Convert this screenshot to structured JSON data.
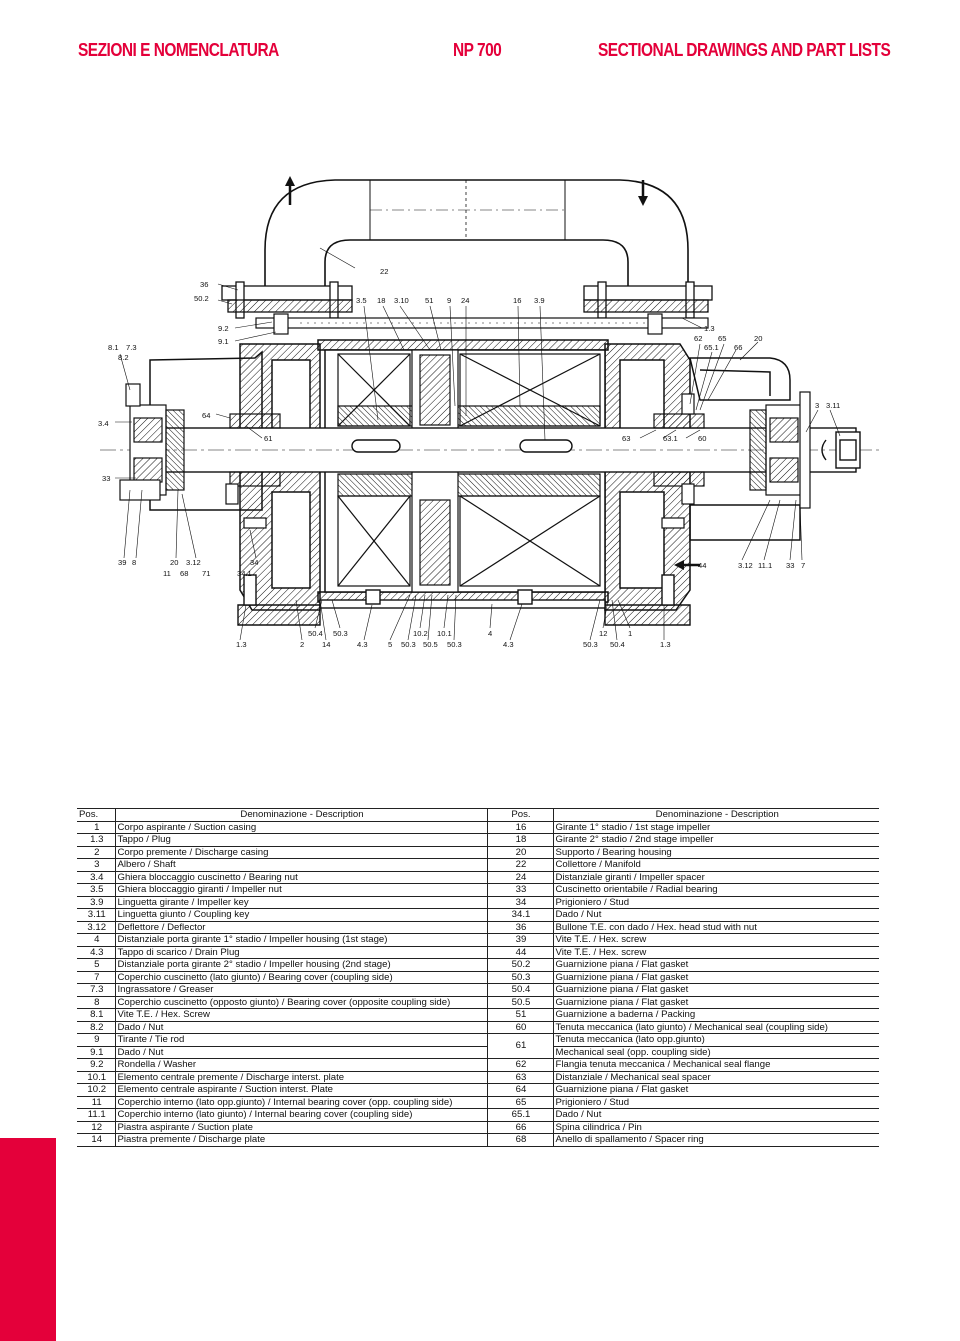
{
  "header": {
    "left": "SEZIONI E NOMENCLATURA",
    "center": "NP 700",
    "right": "SECTIONAL DRAWINGS AND PART LISTS"
  },
  "colors": {
    "accent": "#e4003a",
    "line": "#111111"
  },
  "drawing": {
    "labels": {
      "l22": "22",
      "l36": "36",
      "l502": "50.2",
      "l92": "9.2",
      "l91": "9.1",
      "l81": "8.1",
      "l73": "7.3",
      "l82": "8.2",
      "l34": "3.4",
      "l64": "64",
      "l61": "61",
      "l33": "33",
      "l35": "3.5",
      "l18": "18",
      "l310": "3.10",
      "l51": "51",
      "l9": "9",
      "l24": "24",
      "l16": "16",
      "l39": "3.9",
      "l13a": "1.3",
      "l62": "62",
      "l65": "65",
      "l651": "65.1",
      "l66": "66",
      "l20": "20",
      "l3": "3",
      "l311": "3.11",
      "l63": "63",
      "l631": "63.1",
      "l60": "60",
      "b39": "39",
      "b8": "8",
      "b20": "20",
      "b312": "3.12",
      "b11": "11",
      "b68": "68",
      "b71": "71",
      "b34": "34",
      "b341": "34.1",
      "b44": "44",
      "b312r": "3.12",
      "b111": "11.1",
      "b33": "33",
      "b7": "7",
      "b13l": "1.3",
      "b2": "2",
      "b14": "14",
      "b504": "50.4",
      "b503": "50.3",
      "b43": "4.3",
      "b5": "5",
      "b102": "10.2",
      "b503b": "50.3",
      "b505": "50.5",
      "b101": "10.1",
      "b503c": "50.3",
      "b4": "4",
      "b43b": "4.3",
      "b503d": "50.3",
      "b12": "12",
      "b504b": "50.4",
      "b1": "1",
      "b13r": "1.3"
    }
  },
  "table": {
    "headers": [
      "Pos.",
      "Denominazione - Description",
      "Pos.",
      "Denominazione - Description"
    ],
    "rows": [
      {
        "p1": "1",
        "d1": "Corpo aspirante / Suction casing",
        "p2": "16",
        "d2": "Girante 1° stadio / 1st stage impeller"
      },
      {
        "p1": "1.3",
        "d1": "Tappo / Plug",
        "p2": "18",
        "d2": "Girante 2° stadio / 2nd stage impeller"
      },
      {
        "p1": "2",
        "d1": "Corpo premente / Discharge casing",
        "p2": "20",
        "d2": "Supporto / Bearing housing"
      },
      {
        "p1": "3",
        "d1": "Albero / Shaft",
        "p2": "22",
        "d2": "Collettore / Manifold"
      },
      {
        "p1": "3.4",
        "d1": "Ghiera bloccaggio cuscinetto / Bearing nut",
        "p2": "24",
        "d2": "Distanziale giranti / Impeller spacer"
      },
      {
        "p1": "3.5",
        "d1": "Ghiera bloccaggio giranti / Impeller nut",
        "p2": "33",
        "d2": "Cuscinetto orientabile / Radial bearing"
      },
      {
        "p1": "3.9",
        "d1": "Linguetta girante / Impeller key",
        "p2": "34",
        "d2": "Prigioniero / Stud"
      },
      {
        "p1": "3.11",
        "d1": "Linguetta giunto / Coupling key",
        "p2": "34.1",
        "d2": "Dado / Nut"
      },
      {
        "p1": "3.12",
        "d1": "Deflettore / Deflector",
        "p2": "36",
        "d2": "Bullone T.E. con dado / Hex. head stud with nut"
      },
      {
        "p1": "4",
        "d1": "Distanziale porta girante 1° stadio / Impeller housing (1st stage)",
        "p2": "39",
        "d2": "Vite T.E. / Hex. screw"
      },
      {
        "p1": "4.3",
        "d1": "Tappo di scarico / Drain Plug",
        "p2": "44",
        "d2": "Vite T.E. / Hex. screw"
      },
      {
        "p1": "5",
        "d1": "Distanziale porta girante 2° stadio / Impeller housing (2nd stage)",
        "p2": "50.2",
        "d2": "Guarnizione piana / Flat gasket"
      },
      {
        "p1": "7",
        "d1": "Coperchio cuscinetto (lato giunto) / Bearing cover (coupling side)",
        "p2": "50.3",
        "d2": "Guarnizione piana / Flat gasket"
      },
      {
        "p1": "7.3",
        "d1": "Ingrassatore / Greaser",
        "p2": "50.4",
        "d2": "Guarnizione piana / Flat gasket"
      },
      {
        "p1": "8",
        "d1": "Coperchio cuscinetto (opposto giunto) / Bearing cover (opposite coupling side)",
        "p2": "50.5",
        "d2": "Guarnizione piana / Flat gasket"
      },
      {
        "p1": "8.1",
        "d1": "Vite T.E. / Hex. Screw",
        "p2": "51",
        "d2": "Guarnizione a baderna / Packing"
      },
      {
        "p1": "8.2",
        "d1": "Dado / Nut",
        "p2": "60",
        "d2": "Tenuta meccanica (lato giunto) / Mechanical seal (coupling side)"
      },
      {
        "p1": "9",
        "d1": "Tirante / Tie rod",
        "p2": "61",
        "d2a": "Tenuta meccanica (lato opp.giunto)",
        "d2b": "Mechanical seal (opp. coupling side)",
        "p1b": "9.1",
        "d1b": "Dado / Nut"
      },
      {
        "p1": "9.2",
        "d1": "Rondella / Washer",
        "p2": "62",
        "d2": "Flangia tenuta meccanica / Mechanical seal flange"
      },
      {
        "p1": "10.1",
        "d1": "Elemento centrale premente / Discharge interst. plate",
        "p2": "63",
        "d2": "Distanziale / Mechanical seal spacer"
      },
      {
        "p1": "10.2",
        "d1": "Elemento centrale aspirante / Suction interst. Plate",
        "p2": "64",
        "d2": "Guarnizione piana / Flat gasket"
      },
      {
        "p1": "11",
        "d1": "Coperchio interno (lato opp.giunto) / Internal bearing cover (opp. coupling side)",
        "p2": "65",
        "d2": "Prigioniero / Stud"
      },
      {
        "p1": "11.1",
        "d1": "Coperchio interno (lato giunto) / Internal bearing cover (coupling side)",
        "p2": "65.1",
        "d2": "Dado / Nut"
      },
      {
        "p1": "12",
        "d1": "Piastra aspirante / Suction plate",
        "p2": "66",
        "d2": "Spina cilindrica / Pin"
      },
      {
        "p1": "14",
        "d1": "Piastra premente / Discharge plate",
        "p2": "68",
        "d2": "Anello di spallamento / Spacer ring"
      }
    ]
  }
}
